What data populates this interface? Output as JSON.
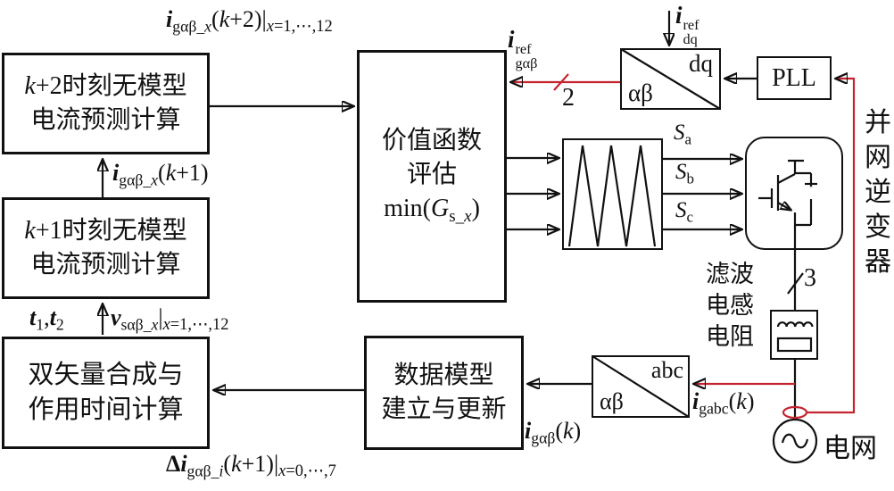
{
  "palette": {
    "red": "#c42430",
    "ink": "#111111"
  },
  "text": {
    "pll": "PLL",
    "dq": "dq",
    "alphabeta_ref": "αβ",
    "abc": "abc",
    "alphabeta_meas": "αβ",
    "grid": "电网"
  },
  "ml": {
    "box_k2": [
      [
        {
          "t": "k",
          "s": "i"
        },
        {
          "t": "+2时刻无模型",
          "s": "r"
        }
      ],
      [
        {
          "t": "电流预测计算",
          "s": "r"
        }
      ]
    ],
    "box_k1": [
      [
        {
          "t": "k",
          "s": "i"
        },
        {
          "t": "+1时刻无模型",
          "s": "r"
        }
      ],
      [
        {
          "t": "电流预测计算",
          "s": "r"
        }
      ]
    ],
    "box_dual": [
      [
        {
          "t": "双矢量合成与",
          "s": "r"
        }
      ],
      [
        {
          "t": "作用时间计算",
          "s": "r"
        }
      ]
    ],
    "box_cost": [
      [
        {
          "t": "价值函数",
          "s": "r"
        }
      ],
      [
        {
          "t": "评估",
          "s": "r"
        }
      ],
      [
        {
          "t": "min(",
          "s": "r"
        },
        {
          "t": "G",
          "s": "i"
        },
        {
          "t": "s_",
          "s": "sub"
        },
        {
          "t": "x",
          "s": "subi"
        },
        {
          "t": ")",
          "s": "r"
        }
      ]
    ],
    "box_data": [
      [
        {
          "t": "数据模型",
          "s": "r"
        }
      ],
      [
        {
          "t": "建立与更新",
          "s": "r"
        }
      ]
    ],
    "top_out": [
      [
        {
          "t": "i",
          "s": "bi"
        },
        {
          "t": "gαβ_",
          "s": "sub"
        },
        {
          "t": "x",
          "s": "subi"
        },
        {
          "t": "(",
          "s": "r"
        },
        {
          "t": "k",
          "s": "i"
        },
        {
          "t": "+2)|",
          "s": "r"
        },
        {
          "t": "x",
          "s": "smi"
        },
        {
          "t": "=1,⋯,12",
          "s": "sm"
        }
      ]
    ],
    "k1_out": [
      [
        {
          "t": "i",
          "s": "bi"
        },
        {
          "t": "gαβ_",
          "s": "sub"
        },
        {
          "t": "x",
          "s": "subi"
        },
        {
          "t": "(",
          "s": "r"
        },
        {
          "t": "k",
          "s": "i"
        },
        {
          "t": "+1)",
          "s": "r"
        }
      ]
    ],
    "t12": [
      [
        {
          "t": "t",
          "s": "bi"
        },
        {
          "t": "1",
          "s": "sub"
        },
        {
          "t": ",",
          "s": "r"
        },
        {
          "t": "t",
          "s": "bi"
        },
        {
          "t": "2",
          "s": "sub"
        }
      ]
    ],
    "v_in": [
      [
        {
          "t": "v",
          "s": "bi"
        },
        {
          "t": "sαβ_",
          "s": "sub"
        },
        {
          "t": "x",
          "s": "subi"
        },
        {
          "t": "|",
          "s": "r"
        },
        {
          "t": "x",
          "s": "smi"
        },
        {
          "t": "=1,⋯,12",
          "s": "sm"
        }
      ]
    ],
    "delta_out": [
      [
        {
          "t": "Δ",
          "s": "b"
        },
        {
          "t": "i",
          "s": "bi"
        },
        {
          "t": "gαβ_",
          "s": "sub"
        },
        {
          "t": "i",
          "s": "subi"
        },
        {
          "t": "(",
          "s": "r"
        },
        {
          "t": "k",
          "s": "i"
        },
        {
          "t": "+1)|",
          "s": "r"
        },
        {
          "t": "x",
          "s": "smi"
        },
        {
          "t": "=0,⋯,7",
          "s": "sm"
        }
      ]
    ],
    "i_gab_k": [
      [
        {
          "t": "i",
          "s": "bi"
        },
        {
          "t": "gαβ",
          "s": "sub"
        },
        {
          "t": "(",
          "s": "r"
        },
        {
          "t": "k",
          "s": "i"
        },
        {
          "t": ")",
          "s": "r"
        }
      ]
    ],
    "i_gabc_k": [
      [
        {
          "t": "i",
          "s": "bi"
        },
        {
          "t": "gabc",
          "s": "sub"
        },
        {
          "t": "(",
          "s": "r"
        },
        {
          "t": "k",
          "s": "i"
        },
        {
          "t": ")",
          "s": "r"
        }
      ]
    ],
    "i_dq_ref": [
      [
        {
          "t": "i",
          "s": "bi"
        },
        {
          "s": "stack",
          "top": "ref",
          "bot": "dq"
        }
      ]
    ],
    "i_gab_ref": [
      [
        {
          "t": "i",
          "s": "bi"
        },
        {
          "s": "stack",
          "top": "ref",
          "bot": "gαβ"
        }
      ]
    ],
    "s_a": [
      [
        {
          "t": "S",
          "s": "i"
        },
        {
          "t": "a",
          "s": "sub"
        }
      ]
    ],
    "s_b": [
      [
        {
          "t": "S",
          "s": "i"
        },
        {
          "t": "b",
          "s": "sub"
        }
      ]
    ],
    "s_c": [
      [
        {
          "t": "S",
          "s": "i"
        },
        {
          "t": "c",
          "s": "sub"
        }
      ]
    ],
    "n2": [
      [
        {
          "t": "2",
          "s": "r"
        }
      ]
    ],
    "n3": [
      [
        {
          "t": "3",
          "s": "r"
        }
      ]
    ],
    "filter3": [
      [
        {
          "t": "滤波",
          "s": "r"
        }
      ],
      [
        {
          "t": "电感",
          "s": "r"
        }
      ],
      [
        {
          "t": "电阻",
          "s": "r"
        }
      ]
    ],
    "inverter5": [
      [
        {
          "t": "并",
          "s": "r"
        }
      ],
      [
        {
          "t": "网",
          "s": "r"
        }
      ],
      [
        {
          "t": "逆",
          "s": "r"
        }
      ],
      [
        {
          "t": "变",
          "s": "r"
        }
      ],
      [
        {
          "t": "器",
          "s": "r"
        }
      ]
    ]
  }
}
